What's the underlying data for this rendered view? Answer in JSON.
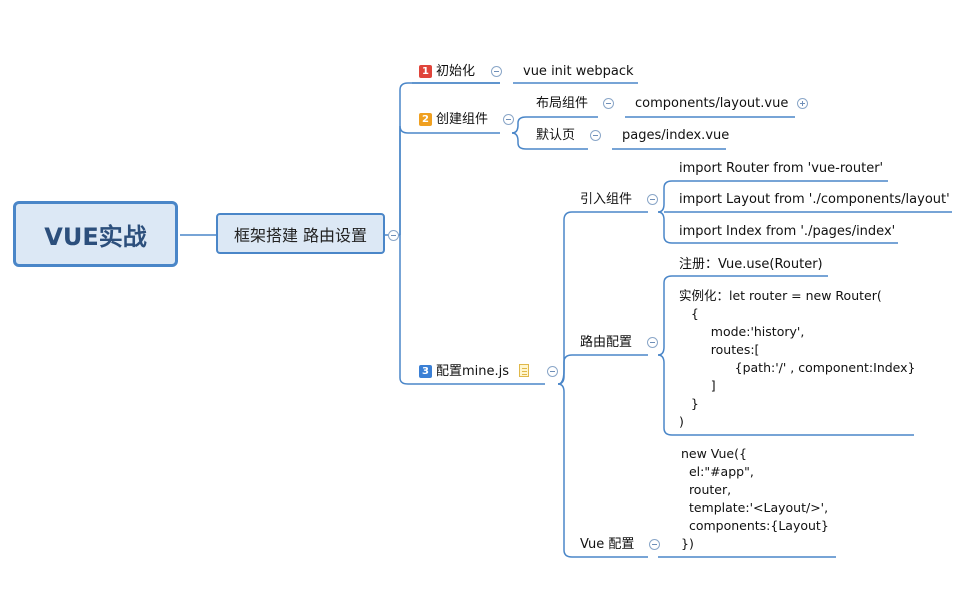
{
  "root": {
    "title": "VUE实战"
  },
  "main": {
    "title": "框架搭建 路由设置"
  },
  "colors": {
    "line": "#4a86c8",
    "badge1": "#e0443a",
    "badge2": "#f0a020",
    "badge3": "#3a7fd5"
  },
  "branches": {
    "init": {
      "badge": "1",
      "label": "初始化",
      "child": "vue init webpack"
    },
    "create": {
      "badge": "2",
      "label": "创建组件",
      "layout": {
        "label": "布局组件",
        "child": "components/layout.vue"
      },
      "default": {
        "label": "默认页",
        "child": "pages/index.vue"
      }
    },
    "config": {
      "badge": "3",
      "label": "配置mine.js",
      "icon": "note-icon",
      "import": {
        "label": "引入组件",
        "items": [
          "import Router from 'vue-router'",
          "import Layout from './components/layout'",
          "import Index from './pages/index'"
        ]
      },
      "route": {
        "label": "路由配置",
        "register": "注册：Vue.use(Router)",
        "instance": "实例化：let router = new Router(\n   {\n        mode:'history',\n        routes:[\n              {path:'/' , component:Index}\n        ]\n   }\n)"
      },
      "vue": {
        "label": "Vue 配置",
        "code": "new Vue({\n  el:\"#app\",\n  router,\n  template:'<Layout/>',\n  components:{Layout}\n})"
      }
    }
  }
}
